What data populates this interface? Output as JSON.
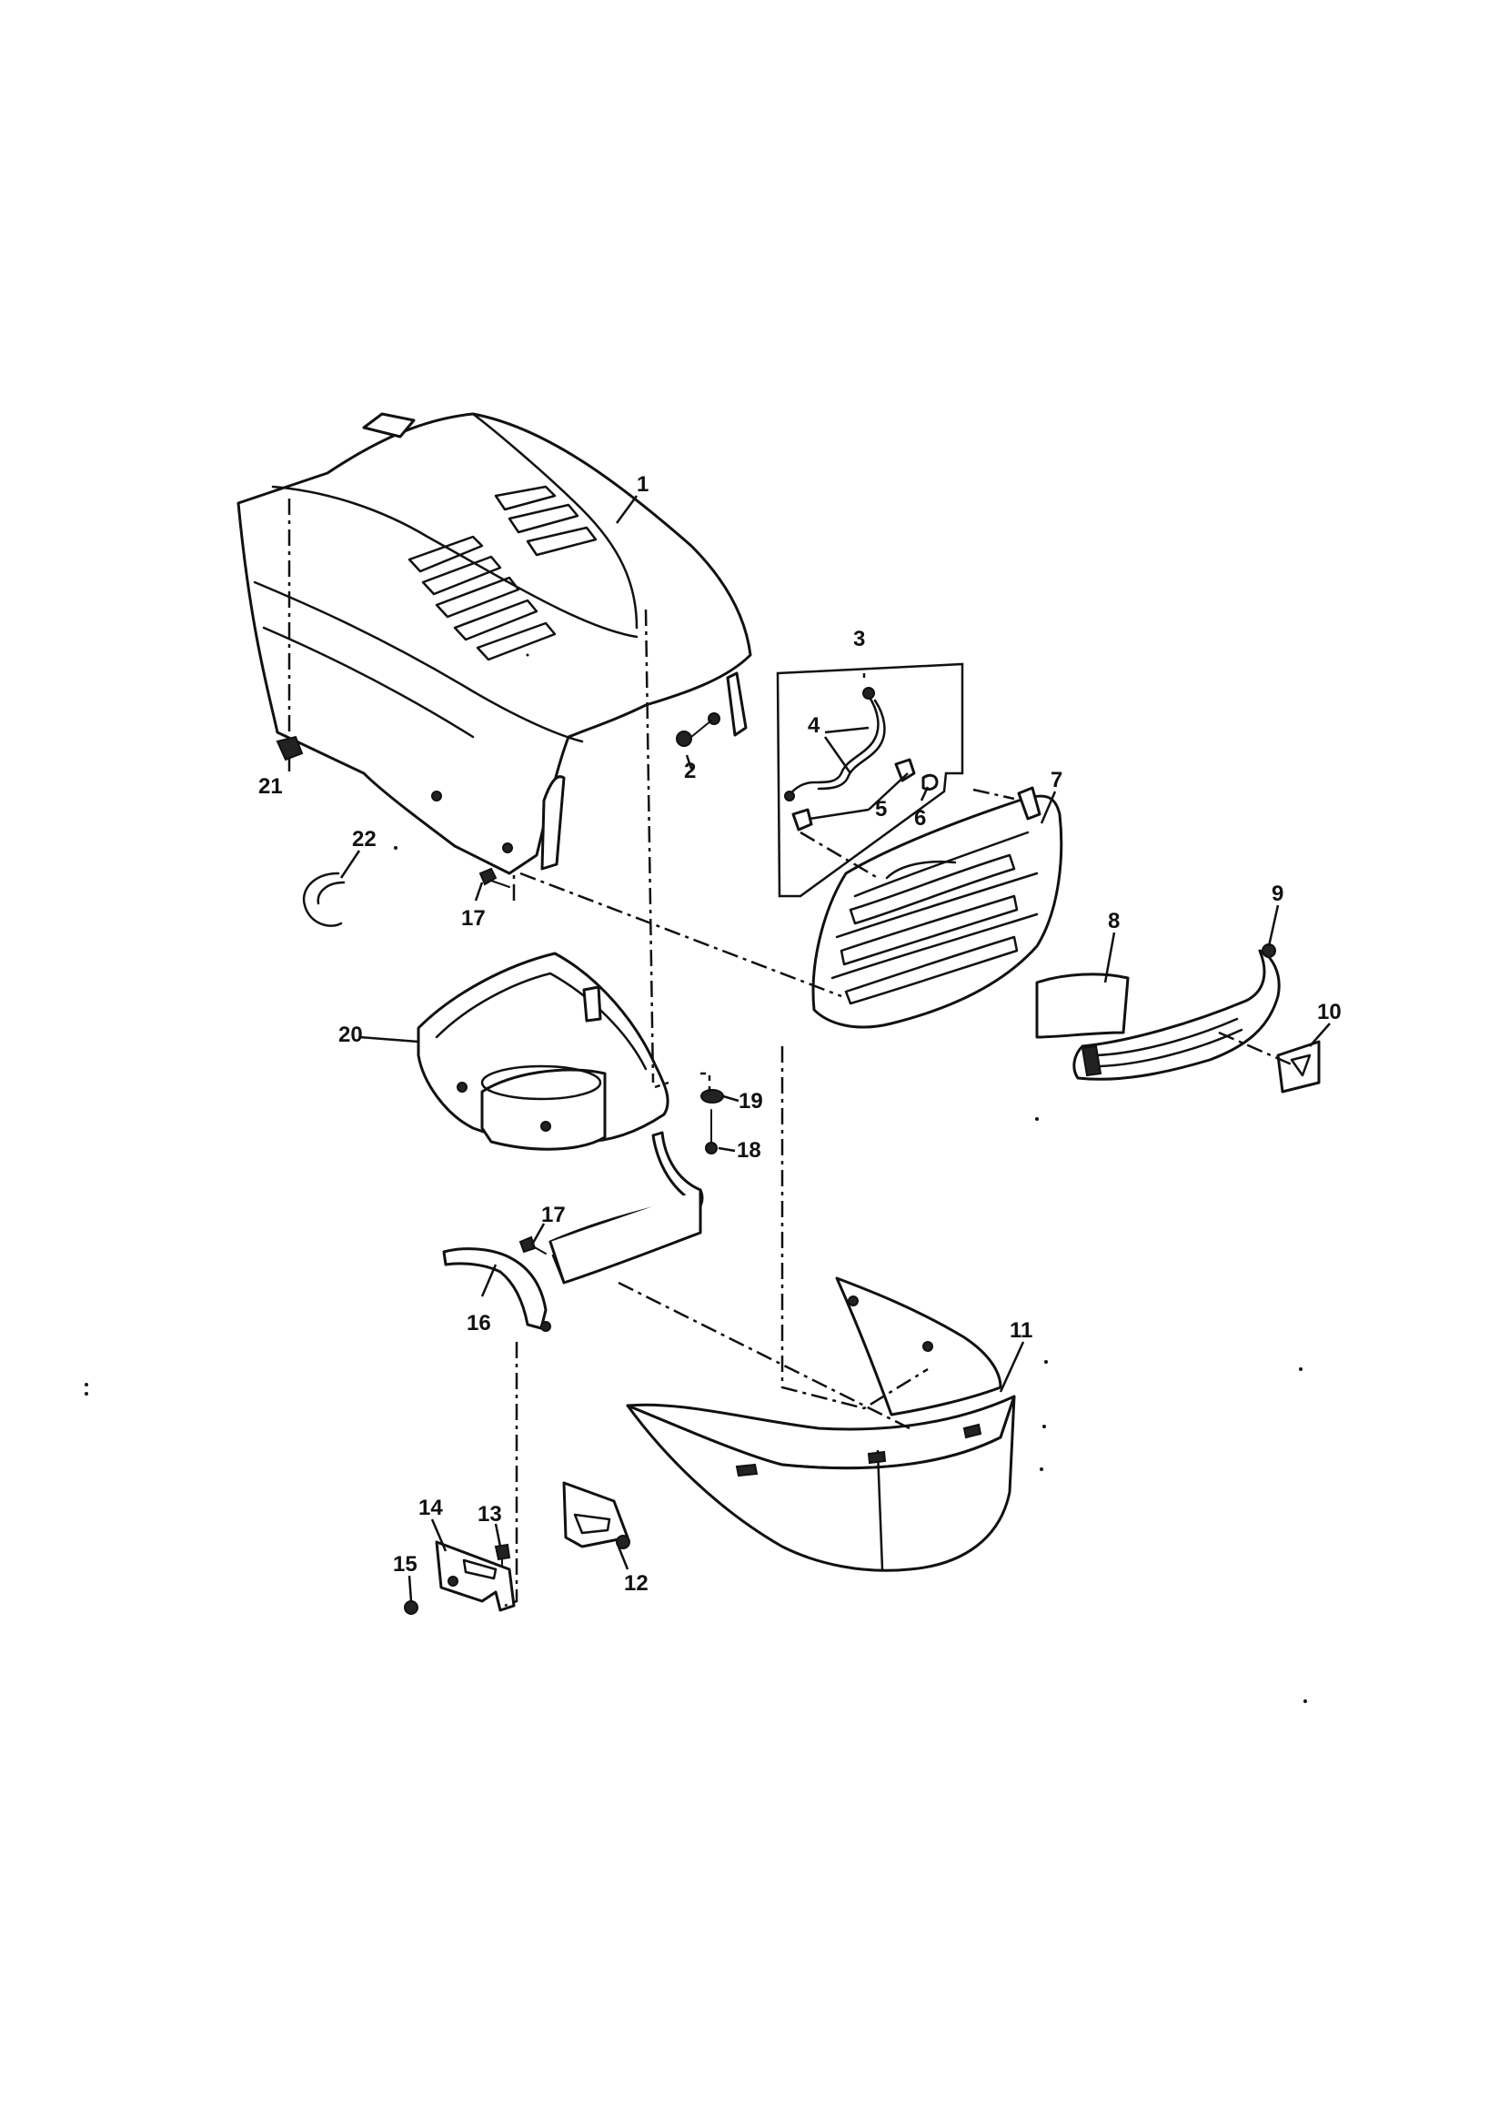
{
  "callouts": [
    {
      "id": "c1",
      "text": "1"
    },
    {
      "id": "c2",
      "text": "2"
    },
    {
      "id": "c3",
      "text": "3"
    },
    {
      "id": "c4",
      "text": "4"
    },
    {
      "id": "c5",
      "text": "5"
    },
    {
      "id": "c6",
      "text": "6"
    },
    {
      "id": "c7",
      "text": "7"
    },
    {
      "id": "c8",
      "text": "8"
    },
    {
      "id": "c9",
      "text": "9"
    },
    {
      "id": "c10",
      "text": "10"
    },
    {
      "id": "c11",
      "text": "11"
    },
    {
      "id": "c12",
      "text": "12"
    },
    {
      "id": "c13",
      "text": "13"
    },
    {
      "id": "c14",
      "text": "14"
    },
    {
      "id": "c15",
      "text": "15"
    },
    {
      "id": "c16",
      "text": "16"
    },
    {
      "id": "c17a",
      "text": "17"
    },
    {
      "id": "c17b",
      "text": "17"
    },
    {
      "id": "c18",
      "text": "18"
    },
    {
      "id": "c19",
      "text": "19"
    },
    {
      "id": "c20",
      "text": "20"
    },
    {
      "id": "c21",
      "text": "21"
    },
    {
      "id": "c22",
      "text": "22"
    }
  ]
}
